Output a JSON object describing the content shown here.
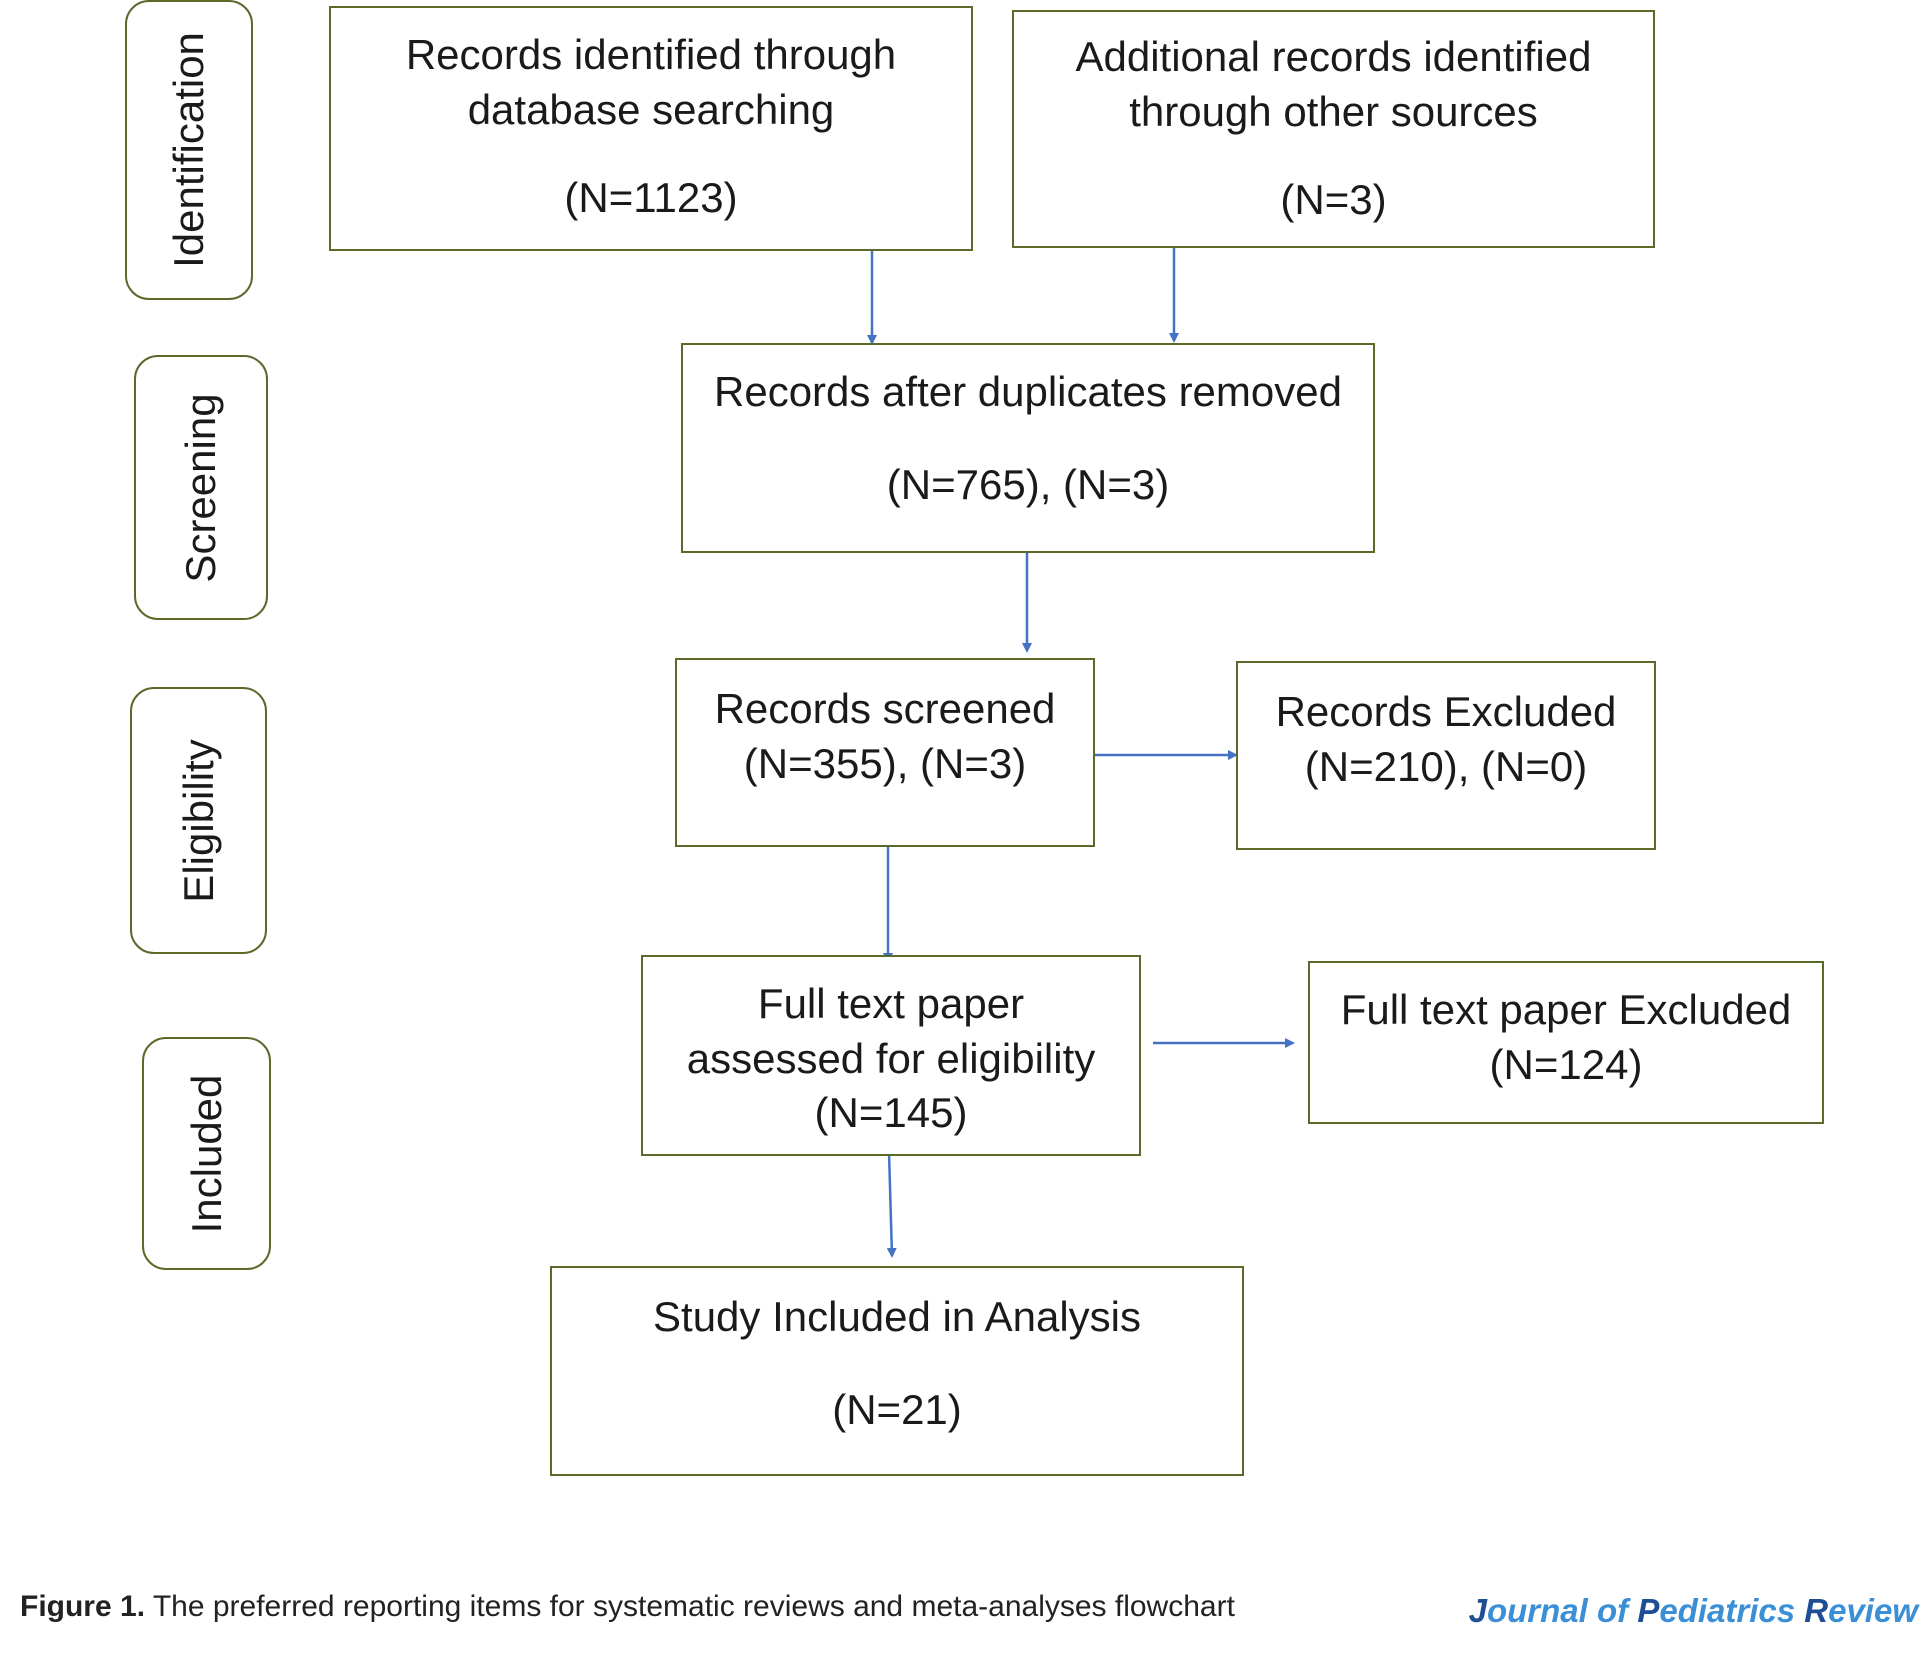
{
  "stages": {
    "identification": "Identification",
    "screening": "Screening",
    "eligibility": "Eligibility",
    "included": "Included"
  },
  "boxes": {
    "database": {
      "line1": "Records identified through",
      "line2": "database searching",
      "count": "(N=1123)"
    },
    "other_sources": {
      "line1": "Additional records identified",
      "line2": "through other sources",
      "count": "(N=3)"
    },
    "duplicates_removed": {
      "line1": "Records after duplicates removed",
      "count": "(N=765), (N=3)"
    },
    "screened": {
      "line1": "Records screened",
      "count": "(N=355), (N=3)"
    },
    "excluded": {
      "line1": "Records Excluded",
      "count": "(N=210), (N=0)"
    },
    "full_text": {
      "line1": "Full text paper",
      "line2": "assessed for eligibility",
      "count": "(N=145)"
    },
    "full_text_excluded": {
      "line1": "Full text paper Excluded",
      "count": "(N=124)"
    },
    "included": {
      "line1": "Study Included in Analysis",
      "count": "(N=21)"
    }
  },
  "caption": {
    "label": "Figure 1.",
    "text": " The preferred reporting items for systematic reviews and meta-analyses flowchart"
  },
  "journal": {
    "j": "J",
    "ournal_of": "ournal of ",
    "p": "P",
    "ediatrics": "ediatrics ",
    "r": "R",
    "eview": "eview"
  },
  "colors": {
    "box_border": "#5a6a2a",
    "arrow": "#4472c4",
    "journal_dark": "#1f4e96",
    "journal_light": "#3b8fd6"
  }
}
